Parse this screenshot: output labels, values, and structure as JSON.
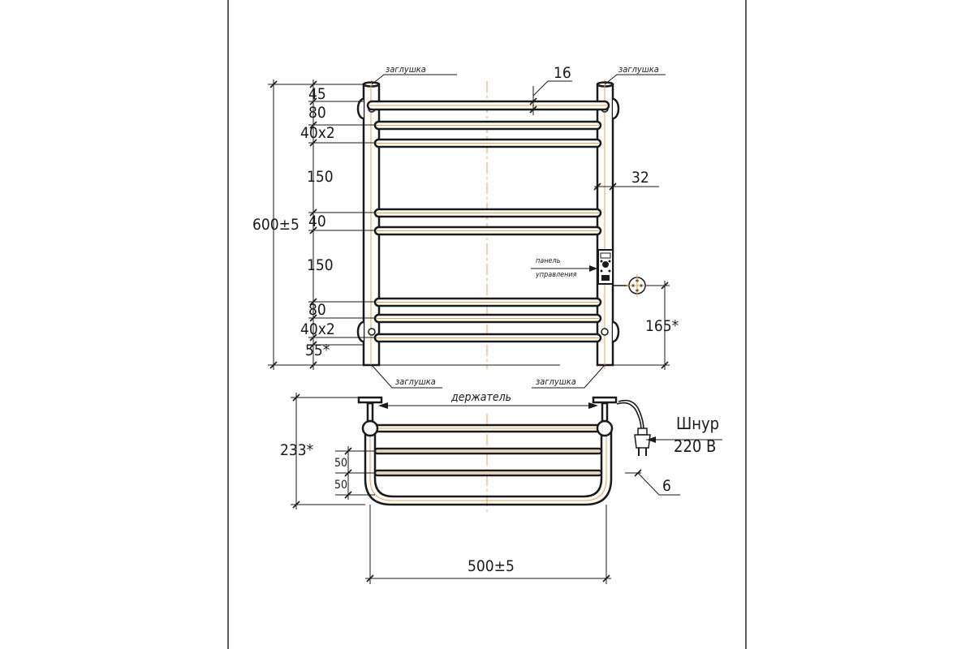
{
  "front_view": {
    "plug_labels": [
      "заглушка",
      "заглушка",
      "заглушка",
      "заглушка"
    ],
    "dim_top_tube": "16",
    "dim_riser_dia": "32",
    "dim_height_total": "600±5",
    "dim_stack": [
      "45",
      "80",
      "40x2",
      "150",
      "40",
      "150",
      "80",
      "40x2",
      "55*"
    ],
    "dim_outlet": "165*",
    "panel_label_line1": "панель",
    "panel_label_line2": "управления"
  },
  "top_view": {
    "holder_label": "держатель",
    "dim_depth": "233*",
    "dim_gap_1": "50",
    "dim_gap_2": "50",
    "dim_rod": "6",
    "cord_line1": "Шнур",
    "cord_line2": "220 В",
    "dim_width": "500±5"
  },
  "colors": {
    "line": "#1a1a1a",
    "centerline": "#e8a050",
    "paper": "#ffffff"
  }
}
